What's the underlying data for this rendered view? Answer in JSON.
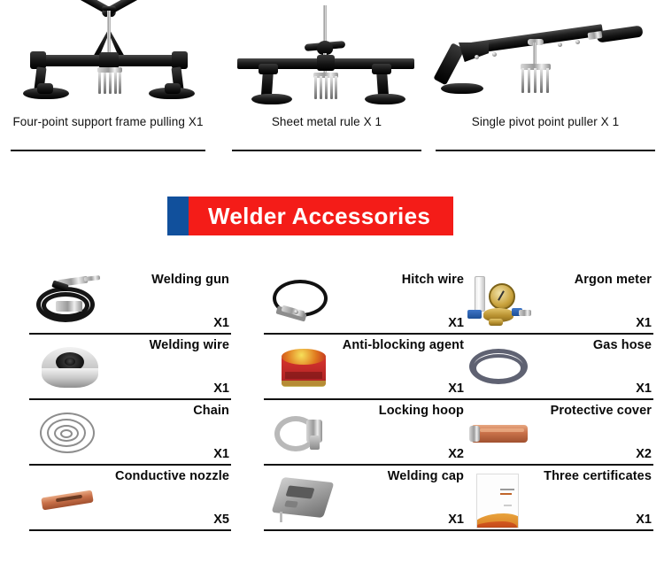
{
  "top_tools": [
    {
      "caption": "Four-point support frame pulling X1",
      "name": "Four-point support frame pulling",
      "qty": "X1",
      "art": "four-point-frame"
    },
    {
      "caption": "Sheet  metal rule  X 1",
      "name": "Sheet metal rule",
      "qty": "X 1",
      "art": "sheet-metal-rule"
    },
    {
      "caption": "Single pivot point puller  X 1",
      "name": "Single pivot point puller",
      "qty": "X 1",
      "art": "single-pivot-puller"
    }
  ],
  "banner": {
    "title": "Welder Accessories",
    "blue_color": "#11509c",
    "red_color": "#f41c18",
    "text_color": "#ffffff"
  },
  "accessories": {
    "columns": [
      {
        "items": [
          {
            "name": "Welding gun",
            "qty": "X1",
            "art": "welding-gun"
          },
          {
            "name": "Welding wire",
            "qty": "X1",
            "art": "welding-wire-spool"
          },
          {
            "name": "Chain",
            "qty": "X1",
            "art": "chain"
          },
          {
            "name": "Conductive nozzle",
            "qty": "X5",
            "art": "conductive-nozzle"
          }
        ]
      },
      {
        "items": [
          {
            "name": "Hitch wire",
            "qty": "X1",
            "art": "hitch-wire"
          },
          {
            "name": "Anti-blocking agent",
            "qty": "X1",
            "art": "anti-blocking-agent-can"
          },
          {
            "name": "Locking hoop",
            "qty": "X2",
            "art": "locking-hoop-clamp"
          },
          {
            "name": "Welding cap",
            "qty": "X1",
            "art": "welding-cap"
          }
        ]
      },
      {
        "items": [
          {
            "name": "Argon meter",
            "qty": "X1",
            "art": "argon-meter"
          },
          {
            "name": "Gas hose",
            "qty": "X1",
            "art": "gas-hose"
          },
          {
            "name": "Protective cover",
            "qty": "X2",
            "art": "protective-cover"
          },
          {
            "name": "Three certificates",
            "qty": "X1",
            "art": "three-certificates"
          }
        ]
      }
    ]
  },
  "colors": {
    "rule": "#111111",
    "steel_black": "#141414",
    "copper": "#c9714a",
    "brass": "#b8912f"
  }
}
